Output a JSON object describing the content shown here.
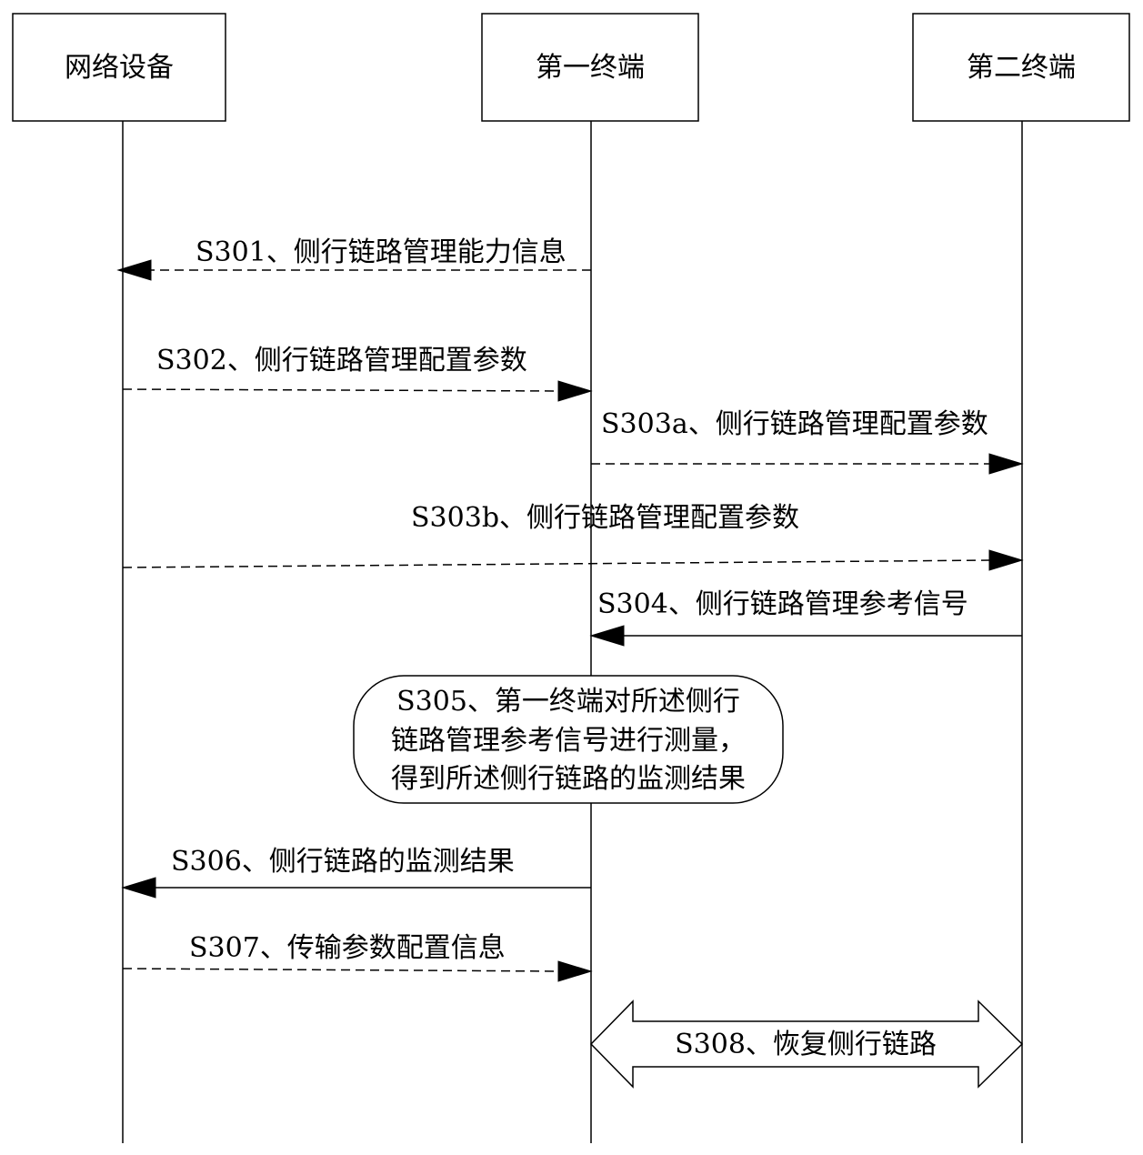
{
  "lifelines": [
    {
      "id": "network",
      "label": "网络设备"
    },
    {
      "id": "first",
      "label": "第一终端"
    },
    {
      "id": "second",
      "label": "第二终端"
    }
  ],
  "messages": [
    {
      "id": "s301",
      "label": "S301、侧行链路管理能力信息",
      "from": "first",
      "to": "network",
      "style": "dashed"
    },
    {
      "id": "s302",
      "label": "S302、侧行链路管理配置参数",
      "from": "network",
      "to": "first",
      "style": "dashed"
    },
    {
      "id": "s303a",
      "label": "S303a、侧行链路管理配置参数",
      "from": "first",
      "to": "second",
      "style": "dashed"
    },
    {
      "id": "s303b",
      "label": "S303b、侧行链路管理配置参数",
      "from": "network",
      "to": "second",
      "style": "dashed"
    },
    {
      "id": "s304",
      "label": "S304、侧行链路管理参考信号",
      "from": "second",
      "to": "first",
      "style": "solid"
    },
    {
      "id": "s306",
      "label": "S306、侧行链路的监测结果",
      "from": "first",
      "to": "network",
      "style": "solid"
    },
    {
      "id": "s307",
      "label": "S307、传输参数配置信息",
      "from": "network",
      "to": "first",
      "style": "dashed"
    }
  ],
  "process": {
    "id": "s305",
    "lines": [
      "S305、第一终端对所述侧行",
      "链路管理参考信号进行测量，",
      "得到所述侧行链路的监测结果"
    ]
  },
  "bidirectional": {
    "id": "s308",
    "label": "S308、恢复侧行链路"
  }
}
